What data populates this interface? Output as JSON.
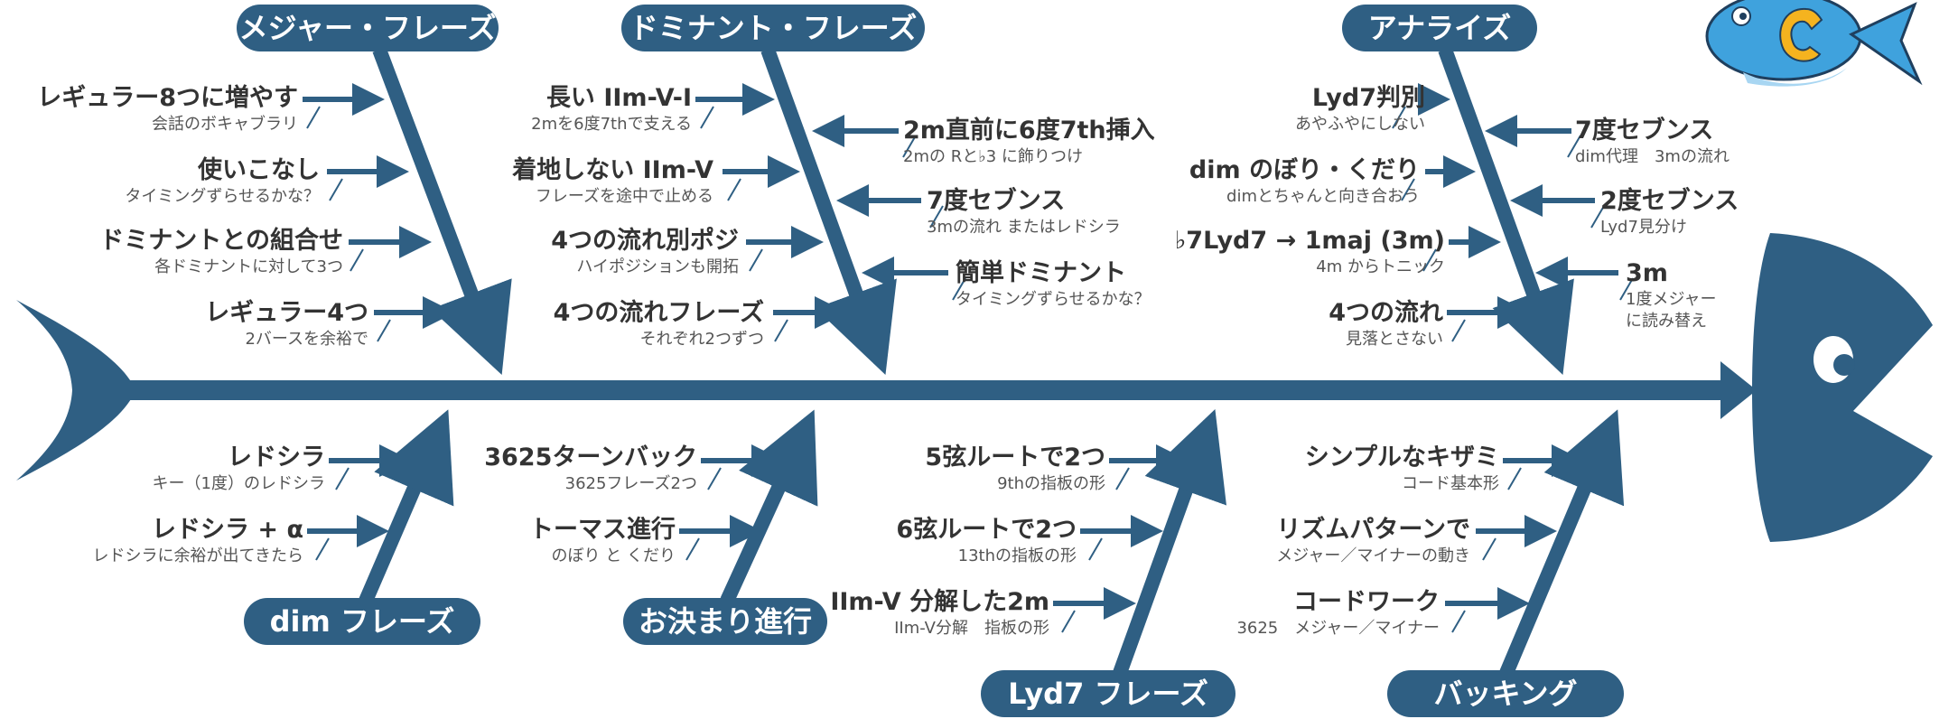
{
  "colors": {
    "primary": "#2f5f83",
    "fish_orange": "#f5b31f",
    "fish_blue": "#3fa2dd",
    "text": "#333333"
  },
  "mascot": {
    "letter": "C"
  },
  "categories": {
    "major": {
      "label": "メジャー・フレーズ",
      "items": [
        {
          "title": "レギュラー8つに増やす",
          "sub": "会話のボキャブラリ"
        },
        {
          "title": "使いこなし",
          "sub": "タイミングずらせるかな？"
        },
        {
          "title": "ドミナントとの組合せ",
          "sub": "各ドミナントに対して3つ"
        },
        {
          "title": "レギュラー4つ",
          "sub": "2バースを余裕で"
        }
      ]
    },
    "dominant": {
      "label": "ドミナント・フレーズ",
      "items": [
        {
          "title": "長い IIm-V-I",
          "sub": "2mを6度7thで支える"
        },
        {
          "title": "着地しない IIm-V",
          "sub": "フレーズを途中で止める"
        },
        {
          "title": "4つの流れ別ポジ",
          "sub": "ハイポジションも開拓"
        },
        {
          "title": "4つの流れフレーズ",
          "sub": "それぞれ2つずつ"
        }
      ],
      "right_items": [
        {
          "title": "2m直前に6度7th挿入",
          "sub": "2mの Rと♭3 に飾りつけ"
        },
        {
          "title": "7度セブンス",
          "sub": "3mの流れ またはレドシラ"
        },
        {
          "title": "簡単ドミナント",
          "sub": "タイミングずらせるかな？"
        }
      ]
    },
    "analyze": {
      "label": "アナライズ",
      "items": [
        {
          "title": "Lyd7判別",
          "sub": "あやふやにしない"
        },
        {
          "title": "dim のぼり・くだり",
          "sub": "dimとちゃんと向き合おう"
        },
        {
          "title": "♭7Lyd7 → 1maj (3m)",
          "sub": "4m からトニック"
        },
        {
          "title": "4つの流れ",
          "sub": "見落とさない"
        }
      ],
      "right_items": [
        {
          "title": "7度セブンス",
          "sub": "dim代理　3mの流れ"
        },
        {
          "title": "2度セブンス",
          "sub": "Lyd7見分け"
        },
        {
          "title": "3m",
          "sub": "1度メジャー",
          "sub2": "に読み替え"
        }
      ]
    },
    "dim": {
      "label": "dim フレーズ",
      "items": [
        {
          "title": "レドシラ",
          "sub": "キー（1度）のレドシラ"
        },
        {
          "title": "レドシラ + α",
          "sub": "レドシラに余裕が出てきたら"
        }
      ]
    },
    "okimari": {
      "label": "お決まり進行",
      "items": [
        {
          "title": "3625ターンバック",
          "sub": "3625フレーズ2つ"
        },
        {
          "title": "トーマス進行",
          "sub": "のぼり と くだり"
        }
      ]
    },
    "lyd7": {
      "label": "Lyd7 フレーズ",
      "items": [
        {
          "title": "5弦ルートで2つ",
          "sub": "9thの指板の形"
        },
        {
          "title": "6弦ルートで2つ",
          "sub": "13thの指板の形"
        },
        {
          "title": "IIm-V 分解した2m",
          "sub": "IIm-V分解　指板の形"
        }
      ]
    },
    "backing": {
      "label": "バッキング",
      "items": [
        {
          "title": "シンプルなキザミ",
          "sub": "コード基本形"
        },
        {
          "title": "リズムパターンで",
          "sub": "メジャー／マイナーの動き"
        },
        {
          "title": "コードワーク",
          "sub": "3625　メジャー／マイナー"
        }
      ]
    }
  }
}
